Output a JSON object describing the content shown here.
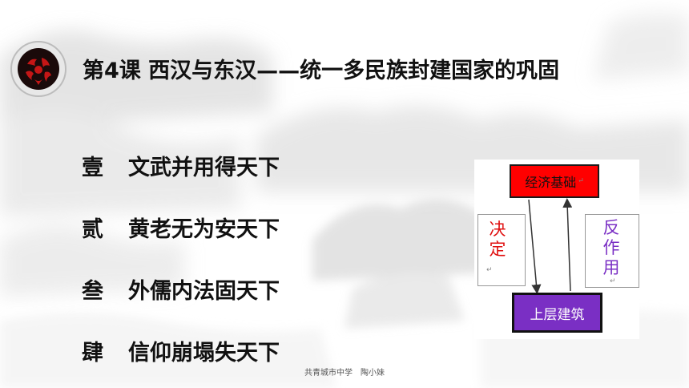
{
  "title": "第4课 西汉与东汉——统一多民族封建国家的巩固",
  "list": [
    {
      "num": "壹",
      "text": "文武并用得天下"
    },
    {
      "num": "贰",
      "text": "黄老无为安天下"
    },
    {
      "num": "叁",
      "text": "外儒内法固天下"
    },
    {
      "num": "肆",
      "text": "信仰崩塌失天下"
    }
  ],
  "diagram": {
    "economic_base": "经济基础",
    "superstructure": "上层建筑",
    "decide": "决定",
    "react": "反作用",
    "colors": {
      "economic": "#ff0000",
      "super": "#7a2fc4",
      "decide_text": "#e01010"
    }
  },
  "footer": "共青城市中学　陶小妹"
}
